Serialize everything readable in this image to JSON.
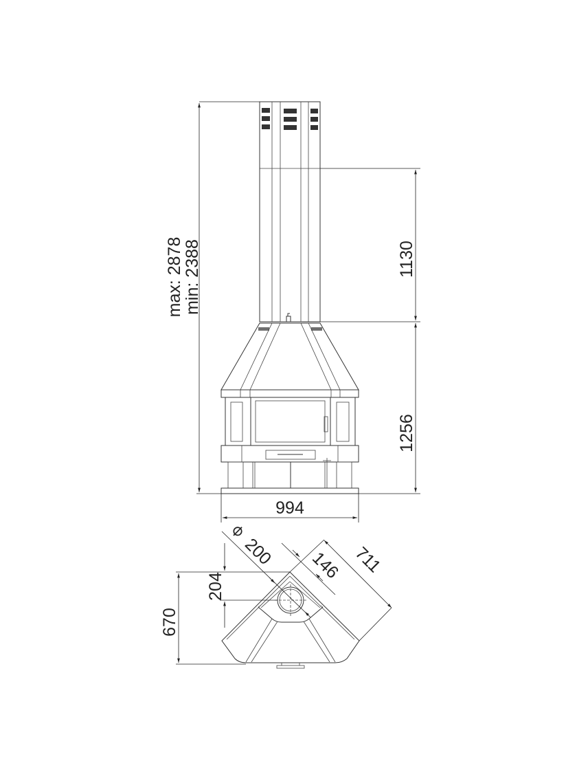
{
  "front_view": {
    "height_max": "max: 2878",
    "height_min": "min: 2388",
    "flue_height": "1130",
    "body_height": "1256",
    "width": "994"
  },
  "top_view": {
    "flue_diameter_symbol": "⌀",
    "flue_diameter": "200",
    "flue_offset_diag": "146",
    "side_depth": "711",
    "flue_offset": "204",
    "depth": "670"
  },
  "colors": {
    "line": "#333333",
    "background": "#ffffff"
  }
}
